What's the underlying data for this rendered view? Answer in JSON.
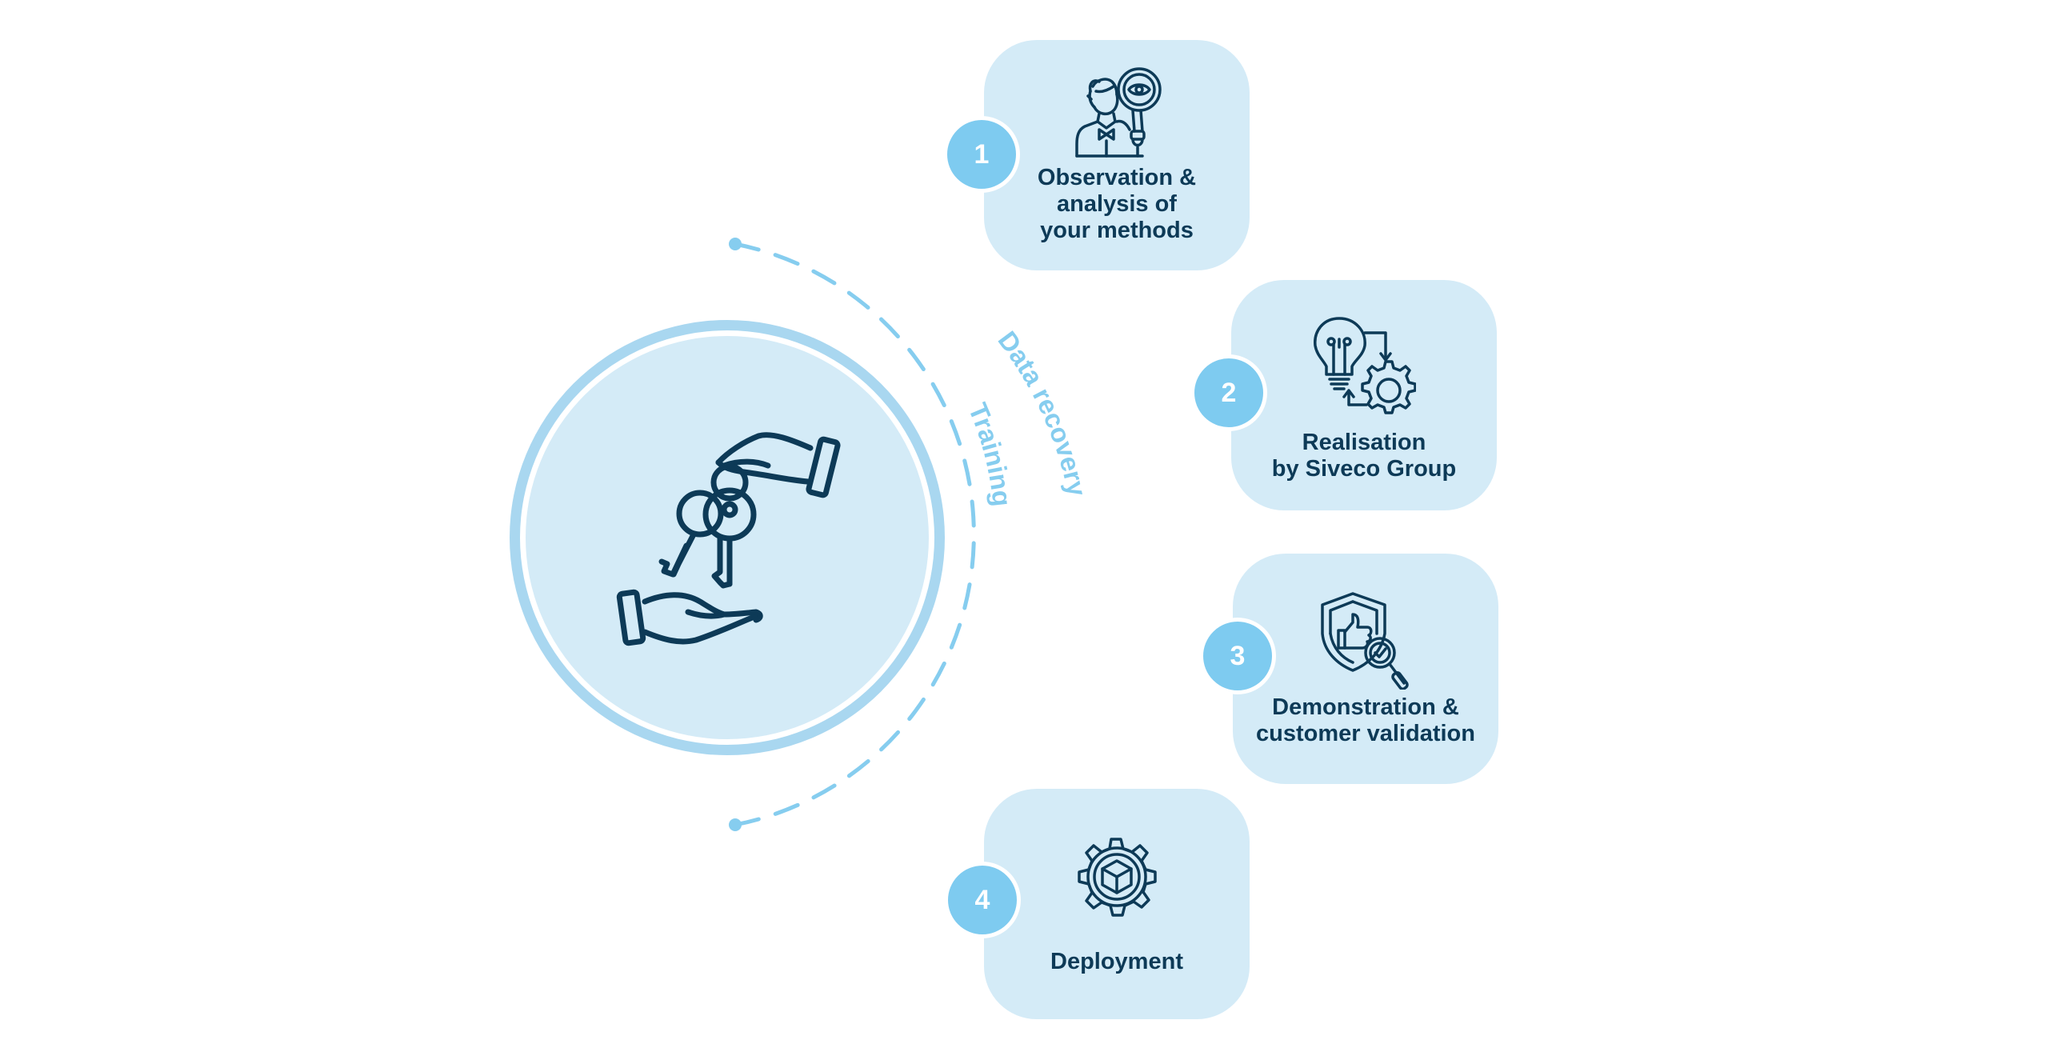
{
  "steps": [
    {
      "number": "1",
      "label": "Observation &\nanalysis of\nyour methods",
      "icon": "person-magnifier-eye-icon"
    },
    {
      "number": "2",
      "label": "Realisation\nby Siveco Group",
      "icon": "lightbulb-gear-cycle-icon"
    },
    {
      "number": "3",
      "label": "Demonstration &\ncustomer validation",
      "icon": "shield-thumbs-up-check-icon"
    },
    {
      "number": "4",
      "label": "Deployment",
      "icon": "gear-box-icon"
    }
  ],
  "arc_labels": {
    "outer": "Data recovery",
    "inner": "Training"
  },
  "center": {
    "icon": "hands-keys-handover-icon"
  },
  "colors": {
    "card_bg": "#d4ebf7",
    "badge": "#7ecbf0",
    "text_dark": "#0d3a57",
    "circle_ring": "#a9d7f0",
    "dashes": "#86cdef"
  }
}
